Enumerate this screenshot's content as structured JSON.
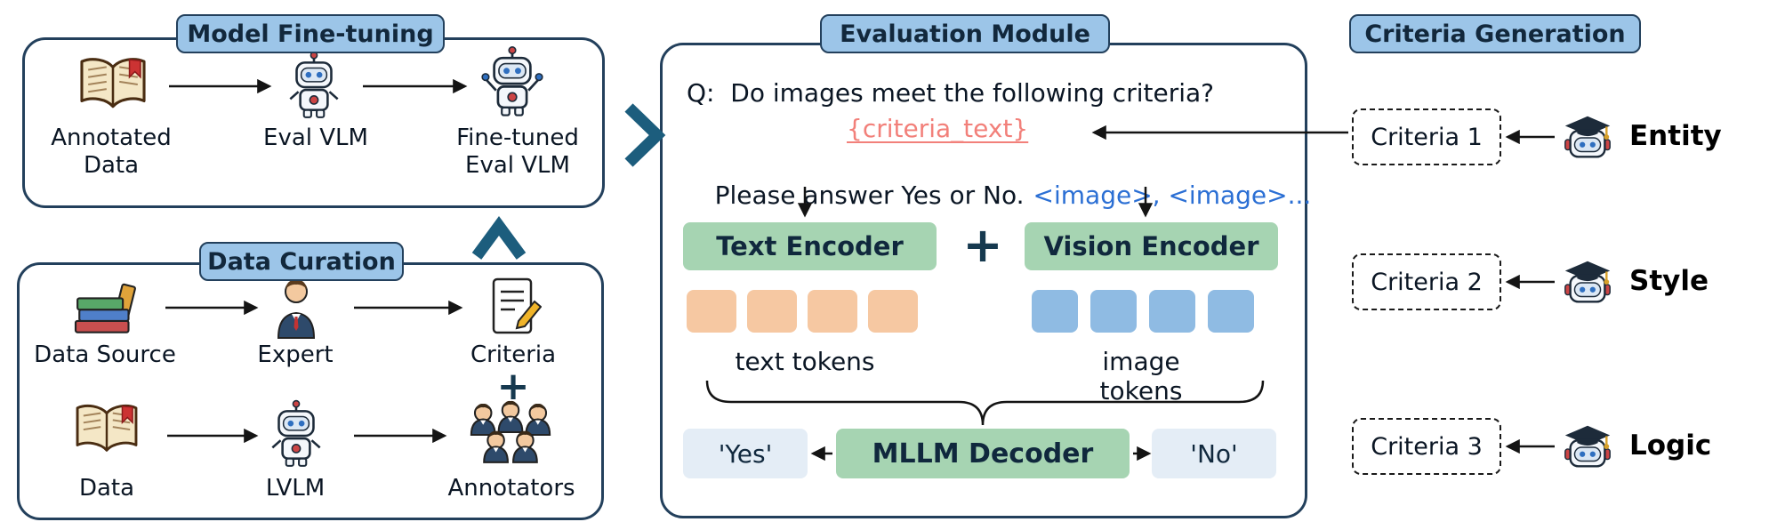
{
  "model_finetuning": {
    "title": "Model Fine-tuning",
    "items": [
      {
        "icon": "open-book-icon",
        "label": "Annotated Data"
      },
      {
        "icon": "robot-icon",
        "label": "Eval VLM"
      },
      {
        "icon": "cheering-robot-icon",
        "label": "Fine-tuned Eval VLM"
      }
    ]
  },
  "data_curation": {
    "title": "Data Curation",
    "plus": "+",
    "row1": [
      {
        "icon": "books-stack-icon",
        "label": "Data Source"
      },
      {
        "icon": "expert-icon",
        "label": "Expert"
      },
      {
        "icon": "criteria-document-icon",
        "label": "Criteria"
      }
    ],
    "row2": [
      {
        "icon": "open-book-icon",
        "label": "Data"
      },
      {
        "icon": "robot-icon",
        "label": "LVLM"
      },
      {
        "icon": "annotators-icon",
        "label": "Annotators"
      }
    ]
  },
  "evaluation_module": {
    "title": "Evaluation Module",
    "question": "Q:  Do images meet the following criteria?",
    "criteria_placeholder": "{criteria_text}",
    "answer_prompt": "Please answer Yes or No.",
    "image_placeholder": "<image>, <image>...",
    "text_encoder_label": "Text Encoder",
    "plus": "+",
    "vision_encoder_label": "Vision Encoder",
    "text_tokens_label": "text tokens",
    "image_tokens_label": "image tokens",
    "text_token_count": 4,
    "image_token_count": 4,
    "decoder_label": "MLLM Decoder",
    "yes_label": "'Yes'",
    "no_label": "'No'"
  },
  "criteria_generation": {
    "title": "Criteria Generation",
    "items": [
      {
        "box_label": "Criteria 1",
        "aspect_label": "Entity",
        "icon": "graduate-robot-icon"
      },
      {
        "box_label": "Criteria 2",
        "aspect_label": "Style",
        "icon": "graduate-robot-icon"
      },
      {
        "box_label": "Criteria 3",
        "aspect_label": "Logic",
        "icon": "graduate-robot-icon"
      }
    ]
  },
  "colors": {
    "badge_bg": "#9cc5e8",
    "panel_border": "#23405c",
    "encoder_bg": "#a6d4b2",
    "text_token": "#f6c8a2",
    "image_token": "#8fbbe3",
    "answer_bg": "#e4edf6",
    "criteria_text": "#f2807a",
    "image_tag_blue": "#2b6fd4",
    "chevron": "#1c5d7d",
    "arrow": "#141414"
  }
}
